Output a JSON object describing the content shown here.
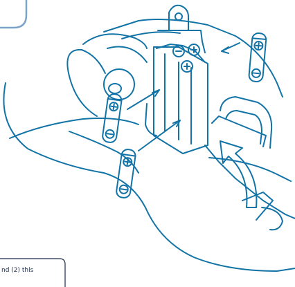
{
  "callout": {
    "visible_text": "nd (2) this"
  },
  "colors": {
    "line": "#1273a6",
    "text": "#1a2a4a",
    "callout_border": "#7aa3c7",
    "background": "#ffffff"
  },
  "batteries": [
    {
      "id": "battery-right",
      "plus": "⊕",
      "minus": "⊖"
    },
    {
      "id": "battery-left",
      "plus": "⊕",
      "minus": "⊖"
    },
    {
      "id": "battery-bottom",
      "plus": "⊕",
      "minus": "⊖"
    }
  ],
  "compartment_symbols": {
    "minus": "⊖",
    "plus_top": "⊕",
    "plus_lower": "⊕"
  }
}
